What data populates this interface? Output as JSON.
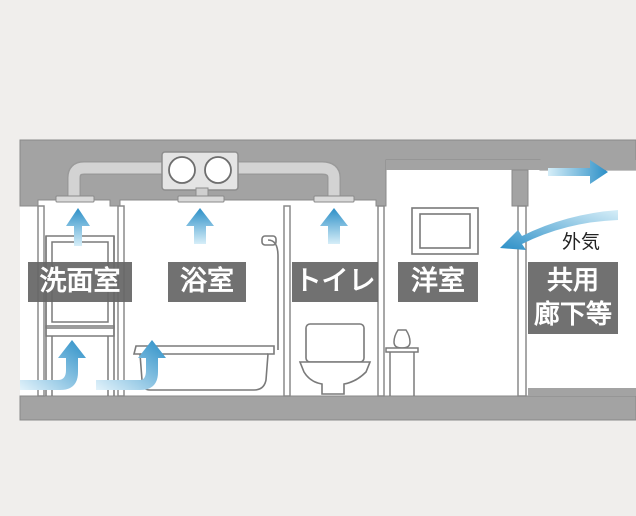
{
  "rooms": [
    {
      "key": "washroom",
      "label": "洗面室"
    },
    {
      "key": "bathroom",
      "label": "浴室"
    },
    {
      "key": "toilet",
      "label": "トイレ"
    },
    {
      "key": "western_room",
      "label": "洋室"
    }
  ],
  "corridor": {
    "line1": "共用",
    "line2": "廊下等"
  },
  "outside_air": "外気",
  "colors": {
    "wall": "#a3a3a3",
    "wall_edge": "#888888",
    "duct": "#cfcfcf",
    "duct_edge": "#999999",
    "airflow_light": "#a9d9ee",
    "airflow_dark": "#2b8fc7",
    "label_bg": "#666666",
    "fixture_line": "#777777"
  },
  "icons": [
    "ventilation-fan-unit",
    "exhaust-grille",
    "air-flow-arrow",
    "washstand",
    "bathtub",
    "shower",
    "toilet",
    "vase",
    "window"
  ]
}
